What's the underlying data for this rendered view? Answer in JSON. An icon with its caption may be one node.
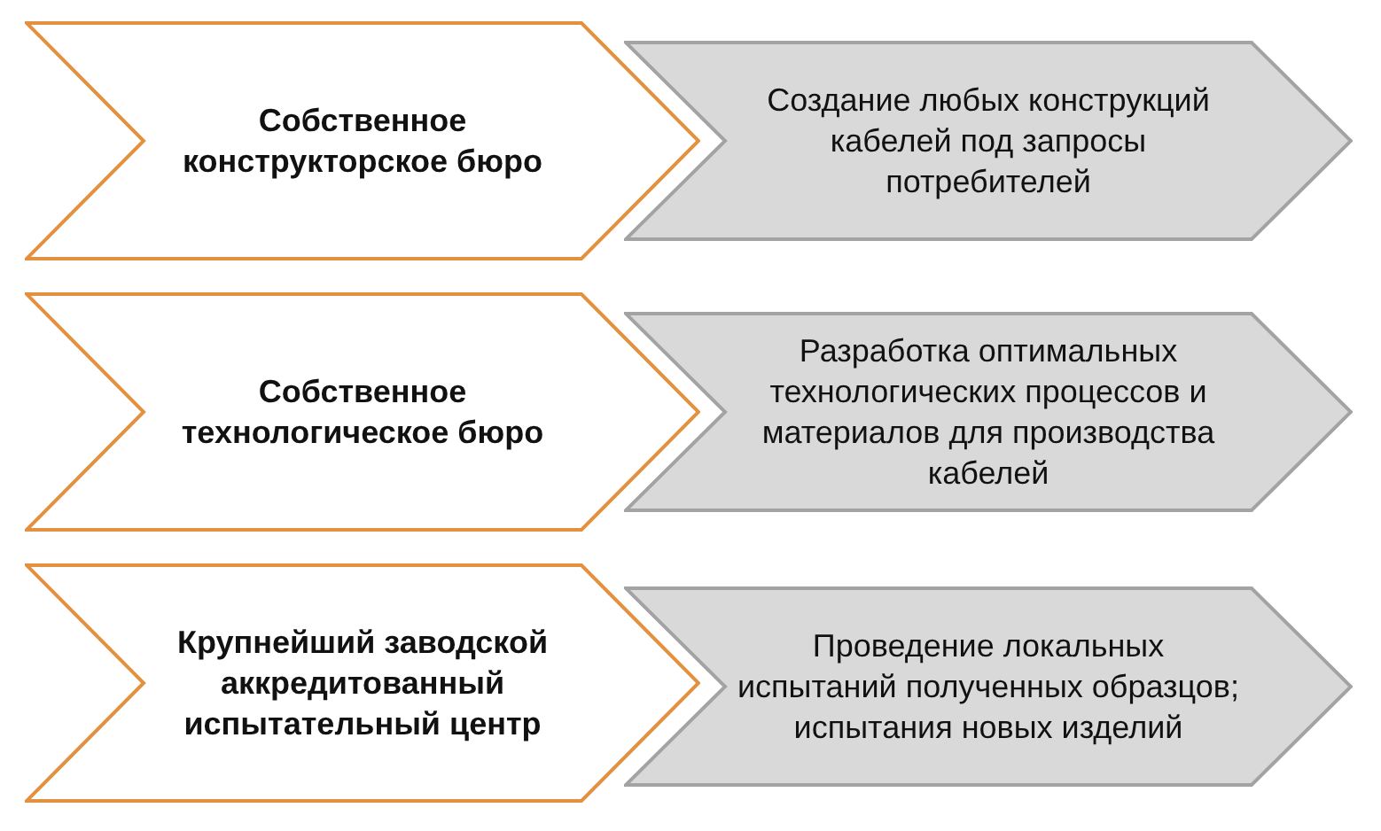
{
  "diagram": {
    "nodes": [
      {
        "text": [
          "Собственное конструкторское бюро"
        ]
      },
      {
        "text": [
          "Создание любых конструкций кабелей под запросы потребителей"
        ]
      },
      {
        "text": [
          "Собственное технологическое бюро"
        ]
      },
      {
        "text": [
          "Разработка оптимальных технологических процессов и материалов для производства кабелей"
        ]
      },
      {
        "text": [
          "Крупнейший заводской аккредитованный испытательный центр"
        ]
      },
      {
        "text": [
          "Проведение локальных испытаний полученных образцов; испытания новых изделий"
        ]
      }
    ]
  }
}
